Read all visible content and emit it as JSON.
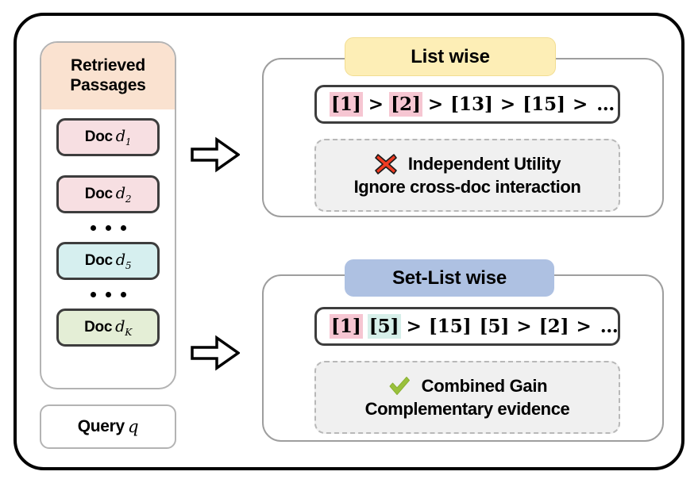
{
  "figure": {
    "left_column": {
      "passages_card": {
        "header_line1": "Retrieved",
        "header_line2": "Passages",
        "docs": [
          {
            "label": "Doc",
            "var": "d",
            "sub": "1",
            "color": "#f7dfe2",
            "color_name": "pink"
          },
          {
            "label": "Doc",
            "var": "d",
            "sub": "2",
            "color": "#f7dfe2",
            "color_name": "pink"
          },
          {
            "label": "Doc",
            "var": "d",
            "sub": "5",
            "color": "#d6efef",
            "color_name": "mint"
          },
          {
            "label": "Doc",
            "var": "d",
            "sub": "K",
            "color": "#e4eed6",
            "color_name": "green"
          }
        ],
        "ellipsis": "• • •"
      },
      "query_card": {
        "label": "Query",
        "var": "q"
      }
    },
    "arrows": [
      {
        "name": "arrow-to-listwise",
        "direction": "right"
      },
      {
        "name": "arrow-to-setlistwise",
        "direction": "right"
      }
    ],
    "panels": [
      {
        "id": "listwise",
        "badge": "List wise",
        "badge_color": "#fdeeb6",
        "ranking": [
          {
            "text": "[1]",
            "highlight": "#f6c6d2"
          },
          {
            "text": ">",
            "highlight": null
          },
          {
            "text": "[2]",
            "highlight": "#f6c6d2"
          },
          {
            "text": ">",
            "highlight": null
          },
          {
            "text": "[13]",
            "highlight": null
          },
          {
            "text": ">",
            "highlight": null
          },
          {
            "text": "[15]",
            "highlight": null
          },
          {
            "text": ">",
            "highlight": null
          },
          {
            "text": "…",
            "highlight": null
          }
        ],
        "note": {
          "icon": "cross-mark-icon",
          "icon_color": "#ef3b22",
          "line1": "Independent Utility",
          "line2": "Ignore cross-doc interaction"
        }
      },
      {
        "id": "setlistwise",
        "badge": "Set-List wise",
        "badge_color": "#aec1e2",
        "ranking": [
          {
            "text": "[1]",
            "highlight": "#f6c6d2"
          },
          {
            "text": "[5]",
            "highlight": "#d6efe9"
          },
          {
            "text": ">",
            "highlight": null
          },
          {
            "text": "[15]",
            "highlight": null
          },
          {
            "text": "[5]",
            "highlight": null
          },
          {
            "text": ">",
            "highlight": null
          },
          {
            "text": "[2]",
            "highlight": null
          },
          {
            "text": ">",
            "highlight": null
          },
          {
            "text": "…",
            "highlight": null
          }
        ],
        "note": {
          "icon": "check-mark-icon",
          "icon_color": "#9ac13c",
          "line1": "Combined Gain",
          "line2": "Complementary evidence"
        }
      }
    ]
  }
}
